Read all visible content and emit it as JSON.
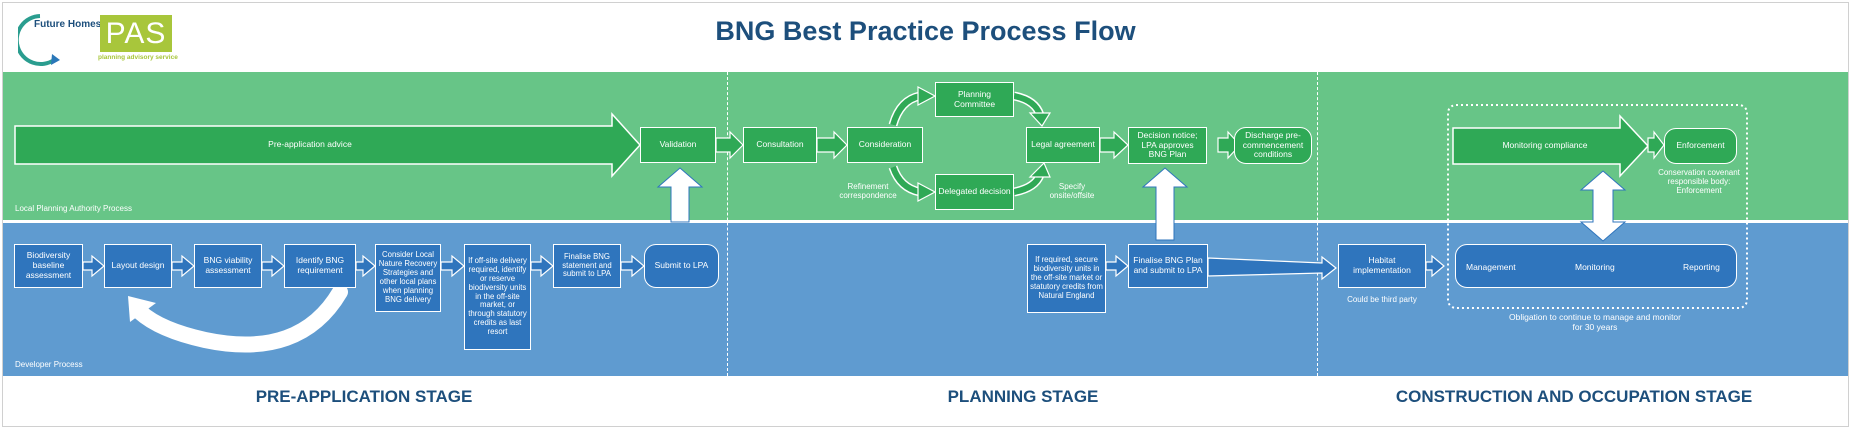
{
  "title": "BNG Best Practice Process Flow",
  "logos": {
    "fhh": "Future Homes Hub",
    "pas": "PAS",
    "pas_sub": "planning advisory service"
  },
  "lanes": {
    "lpa": "Local Planning Authority Process",
    "dev": "Developer Process"
  },
  "lpa": {
    "pre_app": "Pre-application advice",
    "validation": "Validation",
    "consultation": "Consultation",
    "consideration": "Consideration",
    "planning_committee": "Planning Committee",
    "delegated_decision": "Delegated decision",
    "legal_agreement": "Legal agreement",
    "decision_notice": "Decision notice; LPA approves BNG Plan",
    "discharge": "Discharge pre-commencement conditions",
    "monitoring": "Monitoring compliance",
    "enforcement": "Enforcement"
  },
  "dev": {
    "baseline": "Biodiversity baseline assessment",
    "layout": "Layout design",
    "viability": "BNG viability assessment",
    "identify": "Identify BNG requirement",
    "consider_lnrs": "Consider Local Nature Recovery Strategies and other local plans when planning BNG delivery",
    "offsite": "If off-site delivery required, identify or reserve biodiversity units in the off-site market, or through statutory credits as last resort",
    "finalise_statement": "Finalise BNG statement and submit to LPA",
    "submit": "Submit to LPA",
    "secure_units": "If required, secure biodiversity units in the off-site market or statutory credits from Natural England",
    "finalise_plan": "Finalise BNG Plan and submit to LPA",
    "habitat": "Habitat implementation",
    "management": "Management",
    "monitoring": "Monitoring",
    "reporting": "Reporting"
  },
  "notes": {
    "refinement": "Refinement correspondence",
    "specify": "Specify onsite/offsite",
    "covenant": "Conservation covenant responsible body: Enforcement",
    "third_party": "Could be third party",
    "obligation": "Obligation to continue to manage and monitor for 30 years"
  },
  "stages": {
    "pre_app": "PRE-APPLICATION STAGE",
    "planning": "PLANNING STAGE",
    "construction": "CONSTRUCTION AND OCCUPATION STAGE"
  },
  "colors": {
    "green_lane": "#67c587",
    "blue_lane": "#5f9bd0",
    "green_box": "#2fa956",
    "blue_box": "#2f75bd",
    "title": "#1d4f7c",
    "pas": "#a8c63b"
  }
}
